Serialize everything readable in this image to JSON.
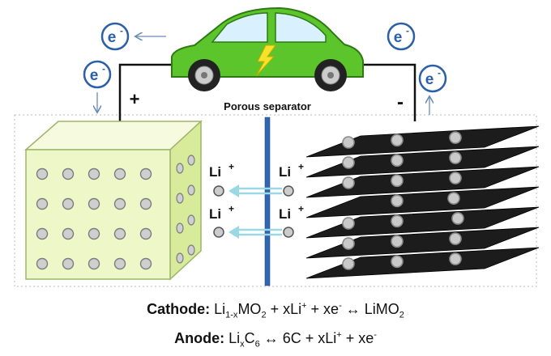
{
  "diagram": {
    "electron_label": "e",
    "electron_charge": "-",
    "plus_terminal": "+",
    "minus_terminal": "-",
    "separator_label": "Porous separator",
    "ion_label": "Li",
    "ion_charge": "+",
    "colors": {
      "car_body": "#5cc52b",
      "cathode_face": "#eef7c8",
      "anode_sheet": "#1c1c1c",
      "separator": "#2f66b3",
      "electron_ring": "#2b5fa8",
      "arrow": "#9ad8e3"
    }
  },
  "cathode_eq": {
    "label": "Cathode:",
    "p1": "Li",
    "p2": "1-x",
    "p3": "MO",
    "p4": "2",
    "p5": " + xLi",
    "p6": "+",
    "p7": " + xe",
    "p8": "-",
    "p9": " ↔ LiMO",
    "p10": "2"
  },
  "anode_eq": {
    "label": "Anode:",
    "p1": "Li",
    "p2": "x",
    "p3": "C",
    "p4": "6",
    "p5": " ↔ 6C + xLi",
    "p6": "+",
    "p7": " + xe",
    "p8": "-"
  }
}
